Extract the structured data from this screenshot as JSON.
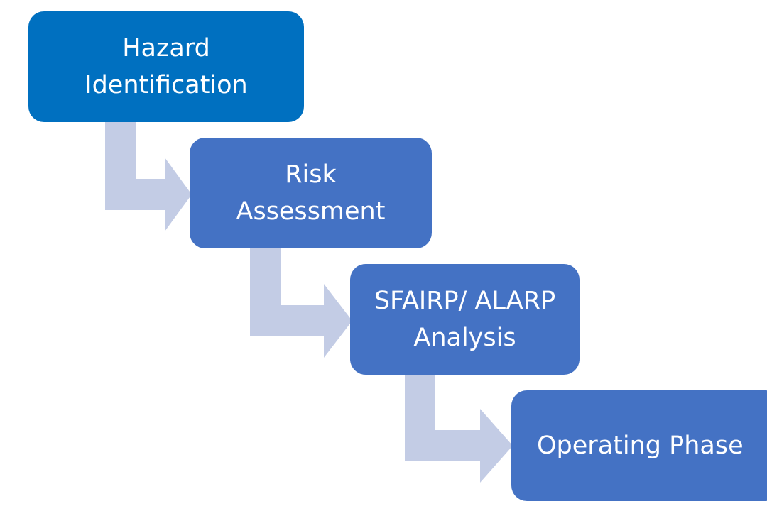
{
  "diagram": {
    "type": "step-down-process",
    "arrow_color": "#C3CCE5",
    "steps": [
      {
        "label": "Hazard\nIdentification",
        "color": "#0070C0"
      },
      {
        "label": "Risk\nAssessment",
        "color": "#4472C4"
      },
      {
        "label": "SFAIRP/ ALARP\nAnalysis",
        "color": "#4472C4"
      },
      {
        "label": "Operating Phase",
        "color": "#4472C4"
      }
    ]
  }
}
